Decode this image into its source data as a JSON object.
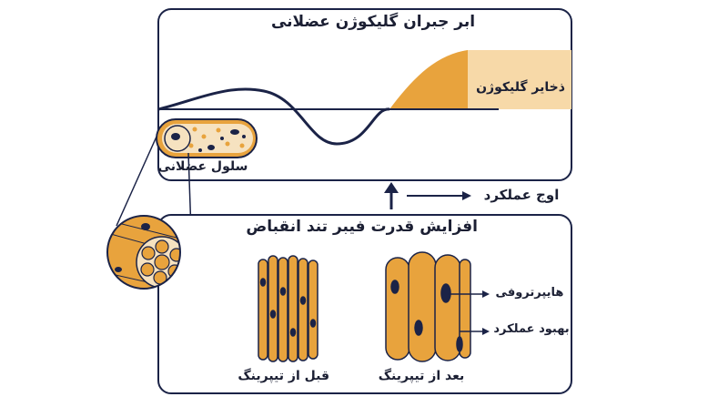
{
  "top_panel": {
    "title": "ابر جبران گلیکوژن عضلانی"
  },
  "glycogen_stores": {
    "label": "ذخایر گلیکوژن"
  },
  "muscle_cell": {
    "label": "سلول عضلانی"
  },
  "performance": {
    "label": "اوج عملکرد"
  },
  "bottom_panel": {
    "title": "افزایش قدرت فیبر تند انقباض"
  },
  "annotations": {
    "hypertrophy": "هایپرتروفی",
    "improved_performance": "بهبود عملکرد"
  },
  "groups": {
    "before": "قبل از تیپرینگ",
    "after": "بعد از تیپرینگ"
  },
  "colors": {
    "navy": "#1b2347",
    "gold": "#e8a33d",
    "light_gold": "#f7d9a8",
    "cell_fill": "#f6e2c0"
  }
}
